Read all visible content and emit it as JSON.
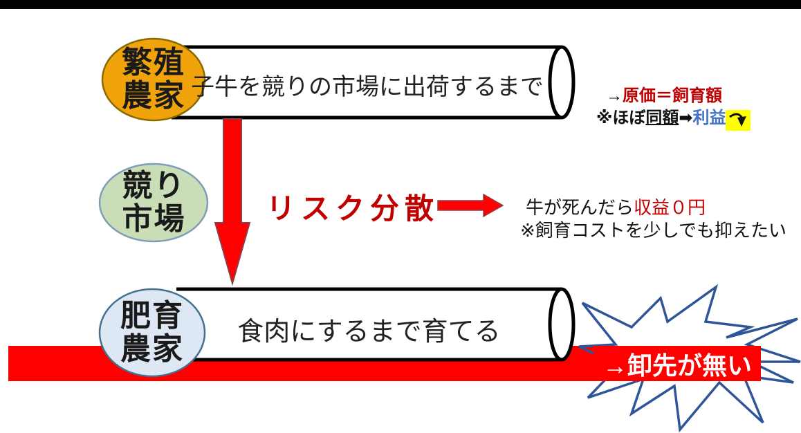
{
  "diagram": {
    "breeder": {
      "line1": "繁殖",
      "line2": "農家"
    },
    "auction": {
      "line1": "競り",
      "line2": "市場"
    },
    "fattener": {
      "line1": "肥育",
      "line2": "農家"
    },
    "process_top": "子牛を競りの市場に出荷するまで",
    "process_bottom": "食肉にするまで育てる",
    "risk_label": "リスク分散",
    "cost_note": {
      "arrow": "→",
      "red_text": "原価＝飼育額",
      "prefix": "※ほぼ",
      "underlined": "同額",
      "bold_arrow": "➡",
      "profit": "利益"
    },
    "market_note": {
      "black_text": "牛が死んだら",
      "red_text": "収益０円",
      "line2": "※飼育コストを少しでも抑えたい"
    },
    "burst_label": "→卸先が無い",
    "colors": {
      "breeder_fill": "#F0A30A",
      "auction_fill": "#C9DEB7",
      "fattener_fill": "#DEE8F4",
      "red": "#FF0000",
      "dark_red_text": "#C00000",
      "profit_blue": "#4472C4",
      "highlight_yellow": "#FFFF00",
      "burst_outline": "#2E5597",
      "top_bar": "#000000"
    }
  }
}
